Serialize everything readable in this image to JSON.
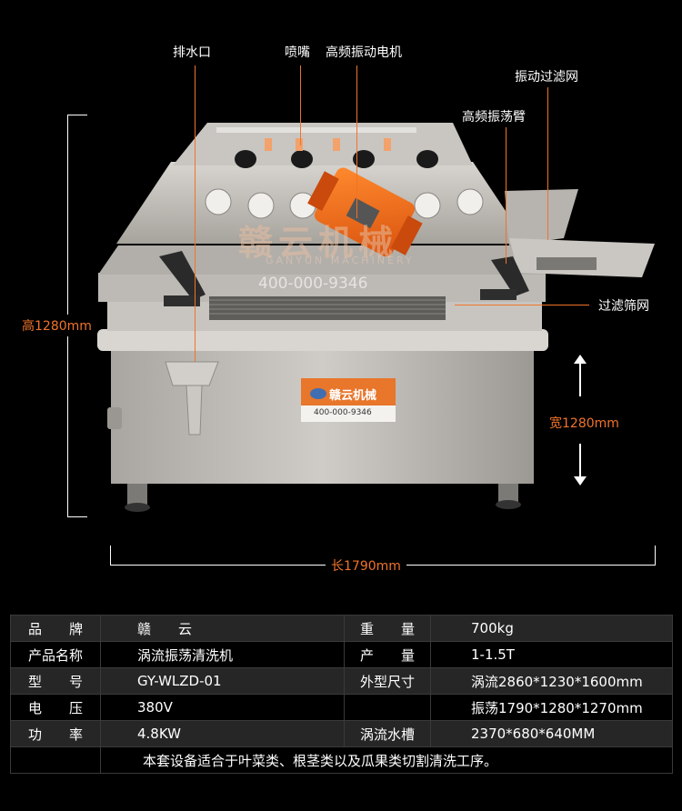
{
  "callouts": {
    "drain": "排水口",
    "nozzle": "喷嘴",
    "motor": "高频振动电机",
    "vib_filter": "振动过滤网",
    "vib_arm": "高频振荡臂",
    "filter_screen": "过滤筛网"
  },
  "dimensions": {
    "height": "高1280mm",
    "width": "宽1280mm",
    "length": "长1790mm"
  },
  "machine": {
    "brand_plate": "赣云机械",
    "brand_plate_en": "GANYUN MACHINERY",
    "phone": "400-000-9346",
    "watermark": "赣云机械",
    "watermark_phone": "400-000-9346"
  },
  "specs": {
    "r1": {
      "k1": "品　　牌",
      "v1": "赣　　云",
      "k2": "重　　量",
      "v2": "700kg"
    },
    "r2": {
      "k1": "产品名称",
      "v1": "涡流振荡清洗机",
      "k2": "产　　量",
      "v2": "1-1.5T"
    },
    "r3": {
      "k1": "型　　号",
      "v1": "GY-WLZD-01",
      "k2": "外型尺寸",
      "v2": "涡流2860*1230*1600mm"
    },
    "r4": {
      "k1": "电　　压",
      "v1": "380V",
      "k2": "",
      "v2": "振荡1790*1280*1270mm"
    },
    "r5": {
      "k1": "功　　率",
      "v1": "4.8KW",
      "k2": "涡流水槽",
      "v2": "2370*680*640MM"
    },
    "r6": {
      "note": "本套设备适合于叶菜类、根茎类以及瓜果类切割清洗工序。"
    }
  },
  "colors": {
    "accent": "#f0732a",
    "steel": "#b9b6b1",
    "background": "#000000"
  }
}
